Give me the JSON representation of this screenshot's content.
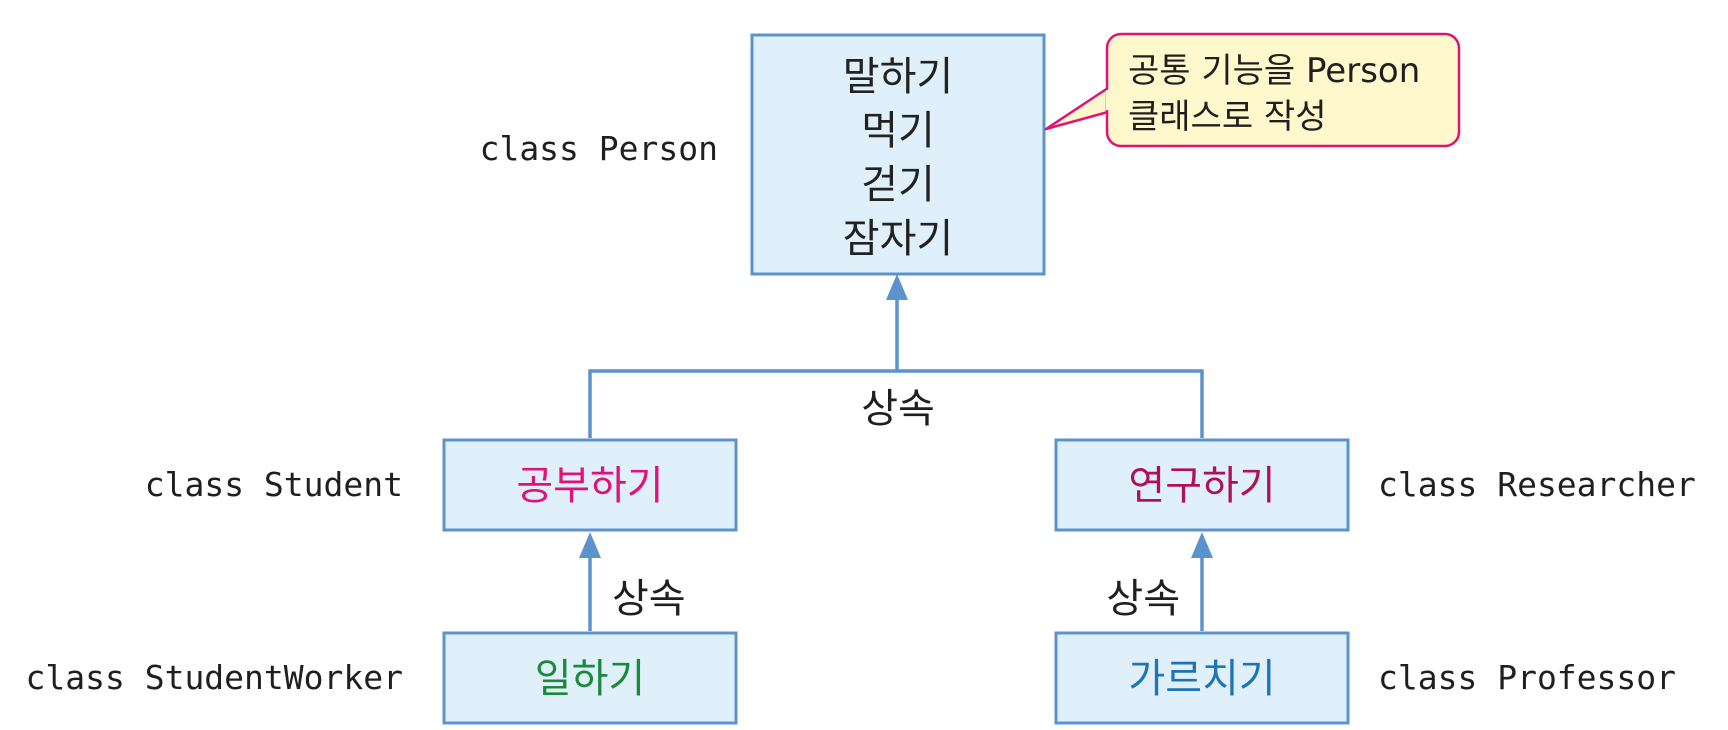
{
  "colors": {
    "box_fill": "#dff0fb",
    "box_border": "#5b93cc",
    "connector": "#5b93cc",
    "note_fill": "#fff8cc",
    "note_border": "#e0127a",
    "student_method": "#e0127a",
    "researcher_method": "#b0105a",
    "worker_method": "#1b8a3a",
    "professor_method": "#1d74b8"
  },
  "person": {
    "class_label": "class Person",
    "methods": [
      "말하기",
      "먹기",
      "걷기",
      "잠자기"
    ]
  },
  "note": {
    "lines": [
      "공통 기능을 Person",
      "클래스로 작성"
    ]
  },
  "inheritance_label": "상속",
  "student": {
    "class_label": "class Student",
    "method": "공부하기"
  },
  "researcher": {
    "class_label": "class Researcher",
    "method": "연구하기"
  },
  "student_worker": {
    "class_label": "class StudentWorker",
    "method": "일하기"
  },
  "professor": {
    "class_label": "class Professor",
    "method": "가르치기"
  }
}
